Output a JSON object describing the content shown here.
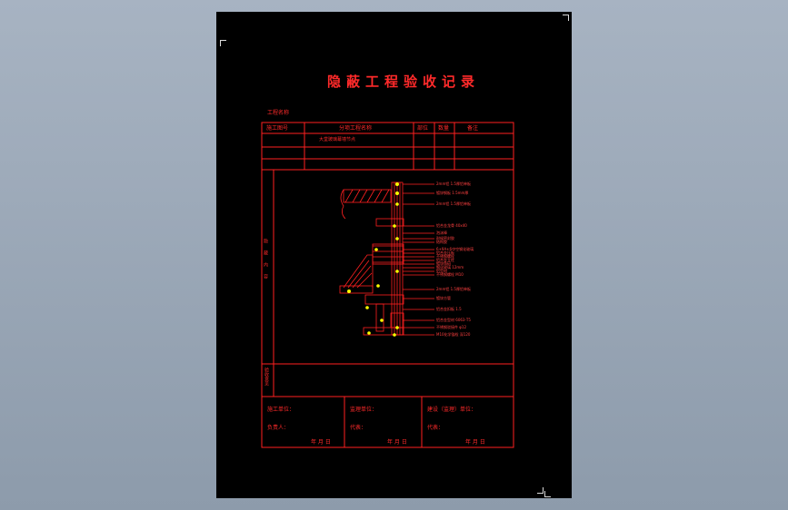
{
  "title": "隐蔽工程验收记录",
  "project_name_label": "工程名称",
  "header": {
    "col1": "施工图号",
    "col2": "分项工程名称",
    "col3": "部位",
    "col4": "数量",
    "col5": "备注"
  },
  "row1_item": "大堂玻璃幕墙节点",
  "left_label_drawing": "隐蔽内容",
  "left_label_opinion": "验收意见",
  "sign": {
    "constructor_label": "施工单位：",
    "constructor_leader": "负责人：",
    "supervisor_label": "监理单位：",
    "supervisor_rep": "代表：",
    "owner_label": "建设（监理）单位：",
    "owner_rep": "代表：",
    "date": "年  月  日"
  },
  "callouts": [
    "2mm铝 1.5厚铝单板",
    "镀锌钢板 1.5mm厚",
    "2mm铝 1.5厚铝单板",
    "铝合金龙骨 40x40",
    "泡沫棒",
    "耐候密封胶",
    "结构胶",
    "6+9A+6中空钢化玻璃",
    "铝合金压板",
    "不锈钢螺栓",
    "铝合金立柱",
    "镀锌角码",
    "钢化玻璃 12mm",
    "铝型材",
    "不锈钢螺栓 M10",
    "2mm铝 1.5厚铝单板",
    "镀锌方管",
    "铝合金扣板 1.5",
    "铝合金型材 6063-T5",
    "不锈钢驳接件 φ12",
    "M10化学锚栓 深120"
  ],
  "colors": {
    "background": "#99a7b6",
    "sheet": "#000000",
    "line": "#ff2020",
    "accent": "#ffff00"
  }
}
